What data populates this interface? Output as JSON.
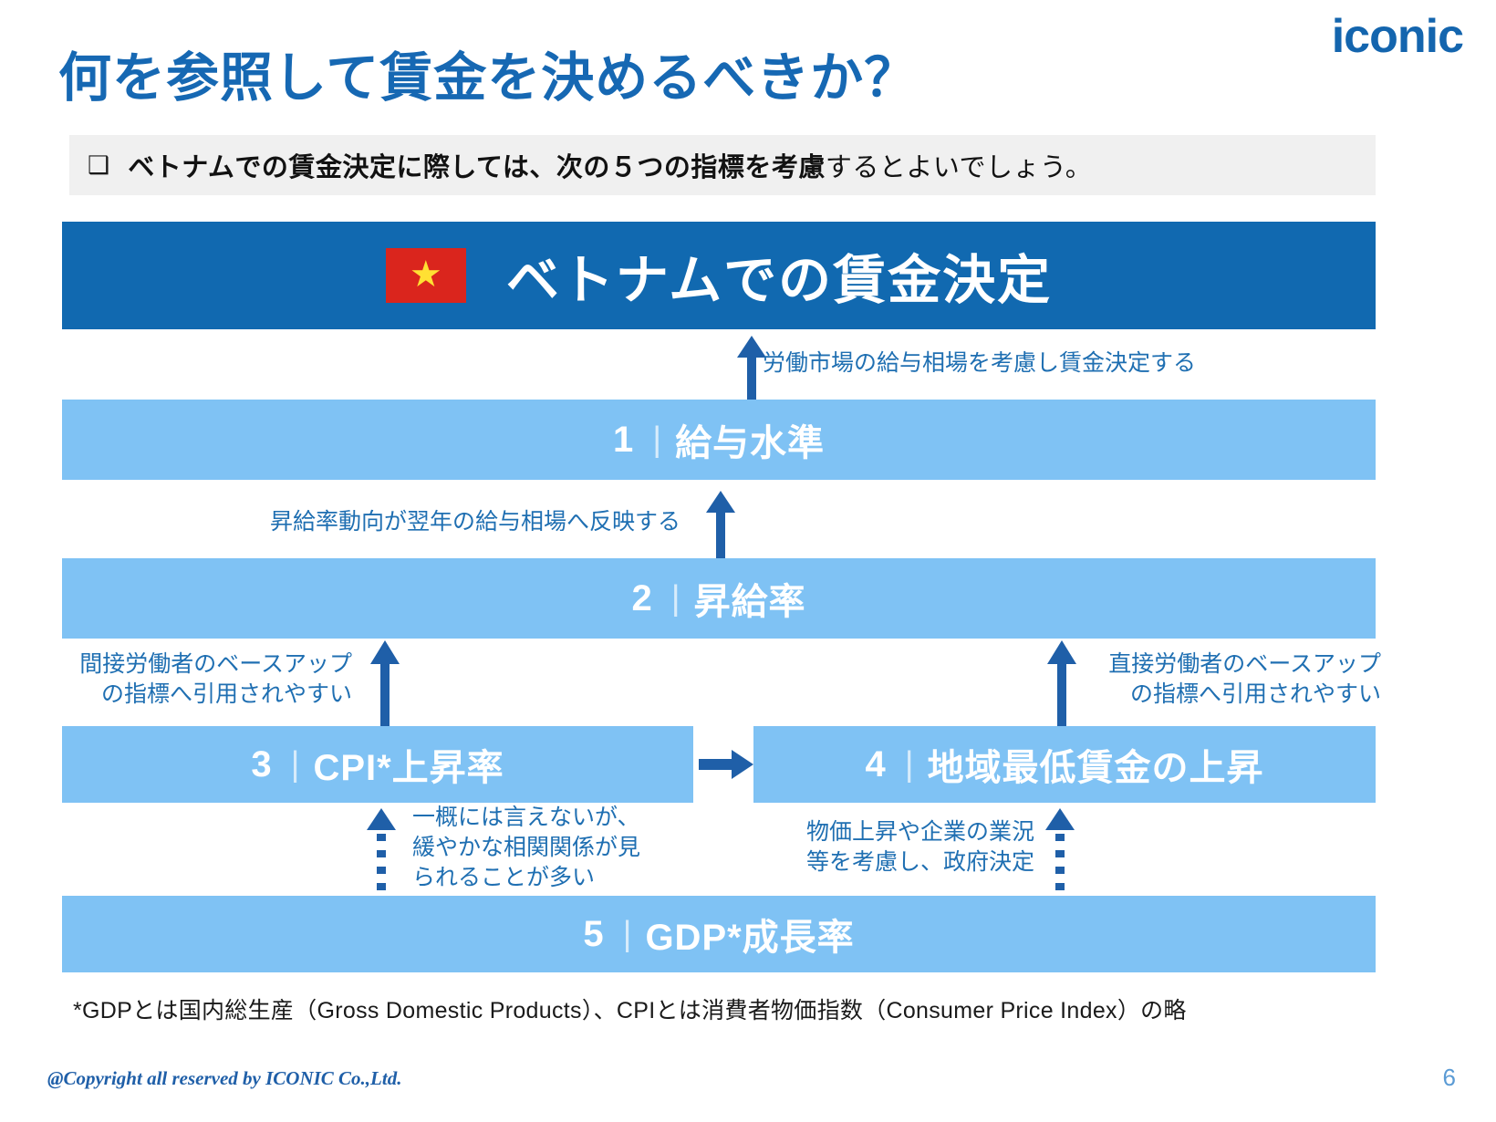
{
  "brand": {
    "logo_text": "iconic",
    "logo_color": "#1465AE"
  },
  "header": {
    "title": "何を参照して賃金を決めるべきか？",
    "title_color": "#1668B3"
  },
  "subtitle": {
    "bullet_icon": "checkbox-outline-icon",
    "bullet_glyph": "❑",
    "strong_text": "ベトナムでの賃金決定に際しては、次の５つの指標を考慮",
    "rest_text": "するとよいでしょう。",
    "band_color": "#F0F0F0"
  },
  "banner": {
    "flag_icon": "vietnam-flag-icon",
    "flag_bg": "#DA251D",
    "flag_star": "★",
    "flag_star_color": "#FFE033",
    "label": "ベトナムでの賃金決定",
    "bg_color": "#1169B0"
  },
  "rows": [
    {
      "number": "1",
      "separator": "|",
      "label": "給与水準",
      "bg_color": "#7FC2F4"
    },
    {
      "number": "2",
      "separator": "|",
      "label": "昇給率",
      "bg_color": "#7FC2F4"
    },
    {
      "number": "3",
      "separator": "|",
      "label": "CPI*上昇率",
      "bg_color": "#7FC2F4"
    },
    {
      "number": "4",
      "separator": "|",
      "label": "地域最低賃金の上昇",
      "bg_color": "#7FC2F4"
    },
    {
      "number": "5",
      "separator": "|",
      "label": "GDP*成長率",
      "bg_color": "#7FC2F4"
    }
  ],
  "annotations": {
    "to_banner": "労働市場の給与相場を考慮し賃金決定する",
    "to_row1": "昇給率動向が翌年の給与相場へ反映する",
    "cpi_to_row2": "間接労働者のベースアップ\nの指標へ引用されやすい",
    "minwage_to_row2": "直接労働者のベースアップ\nの指標へ引用されやすい",
    "gdp_to_cpi": "一概には言えないが、\n緩やかな相関関係が見\nられることが多い",
    "gdp_to_minwage": "物価上昇や企業の業況\n等を考慮し、政府決定",
    "text_color": "#1F6FB2",
    "arrow_color": "#1F5FA8"
  },
  "footnote": "*GDPとは国内総生産（Gross Domestic Products）、CPIとは消費者物価指数（Consumer Price Index）の略",
  "footer": {
    "copyright": "@Copyright all reserved by ICONIC Co.,Ltd.",
    "page_number": "6"
  }
}
